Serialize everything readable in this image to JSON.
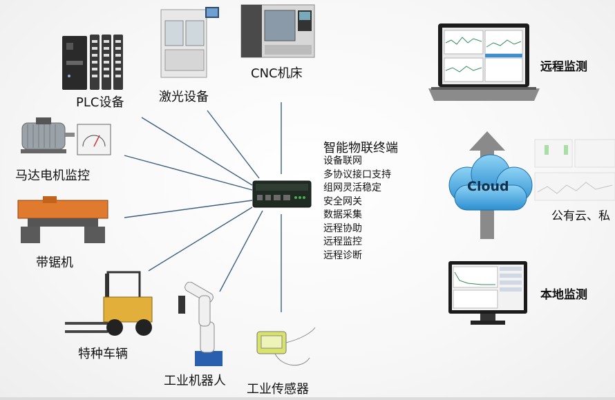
{
  "devices": {
    "plc": "PLC设备",
    "laser": "激光设备",
    "cnc": "CNC机床",
    "motor": "马达电机监控",
    "bandsaw": "带锯机",
    "vehicle": "特种车辆",
    "robot": "工业机器人",
    "sensor": "工业传感器"
  },
  "hub": {
    "title": "智能物联终端",
    "features": [
      "设备联网",
      "多协议接口支持",
      "组网灵活稳定",
      "安全网关",
      "数据采集",
      "远程协助",
      "远程监控",
      "远程诊断"
    ]
  },
  "remote": {
    "label": "远程监测"
  },
  "cloud": {
    "label": "Cloud"
  },
  "public_cloud": {
    "label": "公有云、私"
  },
  "local": {
    "label": "本地监测"
  },
  "colors": {
    "line": "#3d5f80",
    "arrow": "#8a8a8a",
    "cloud": "#3aa0dc"
  }
}
